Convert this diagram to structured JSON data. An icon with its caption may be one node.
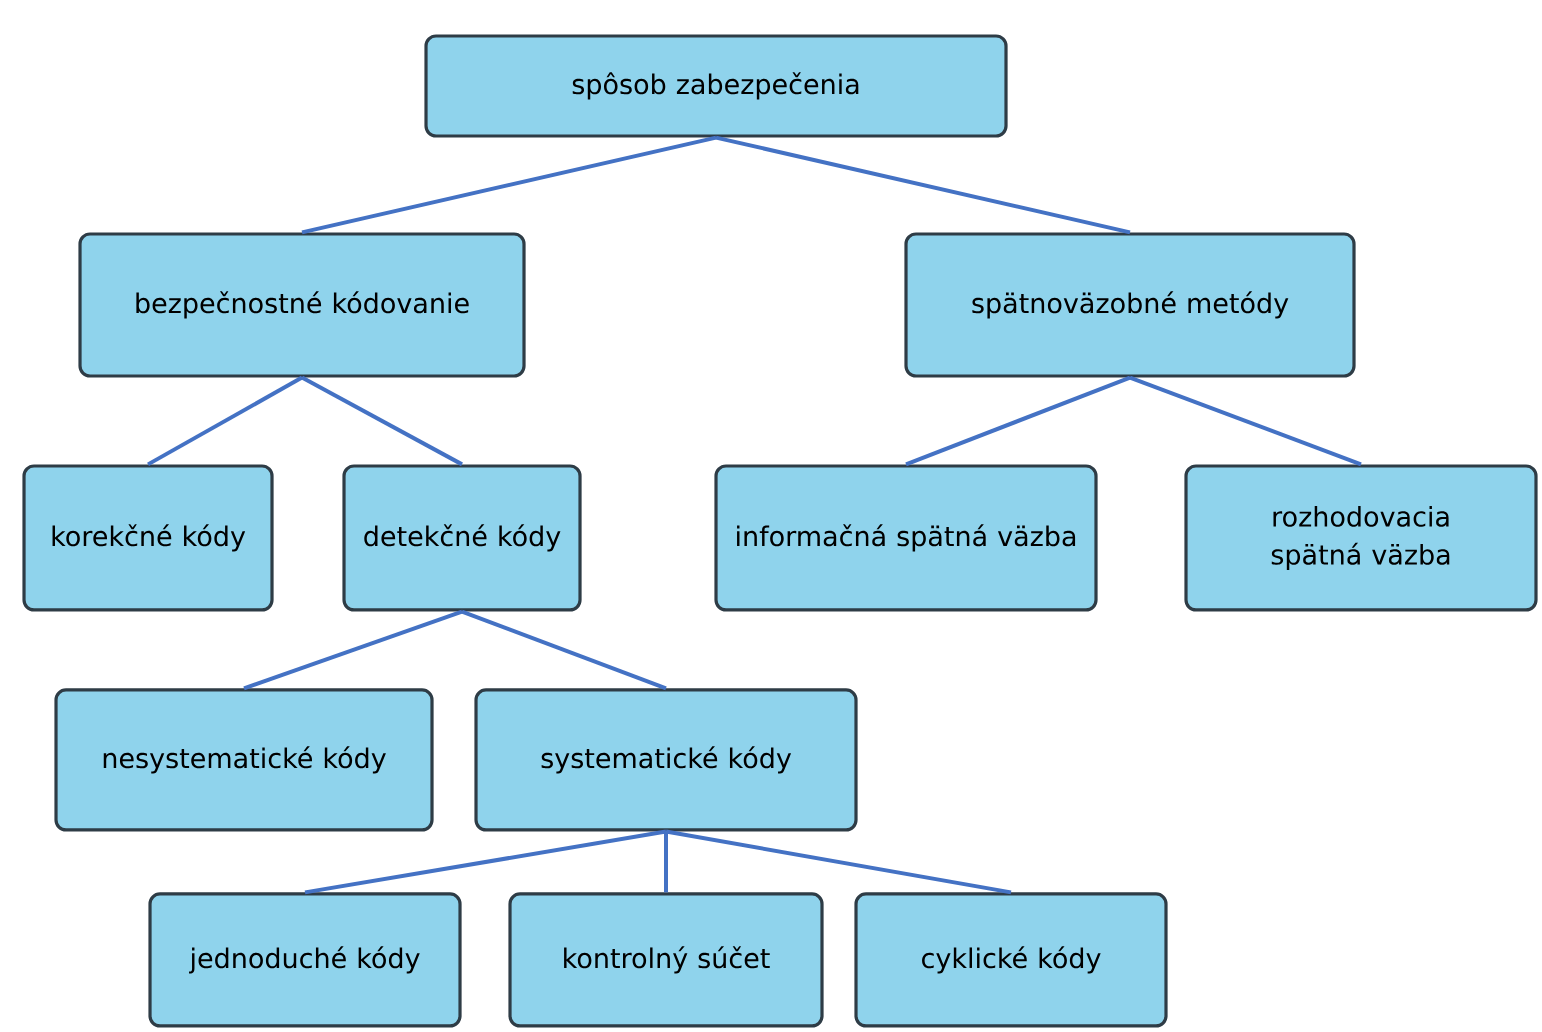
{
  "diagram": {
    "nodes": [
      {
        "text": [
          "spôsob zabezpečenia"
        ]
      },
      {
        "text": [
          "bezpečnostné kódovanie"
        ]
      },
      {
        "text": [
          "spätnoväzobné metódy"
        ]
      },
      {
        "text": [
          "korekčné kódy"
        ]
      },
      {
        "text": [
          "detekčné kódy"
        ]
      },
      {
        "text": [
          "informačná spätná väzba"
        ]
      },
      {
        "text": [
          "rozhodovacia spätná väzba"
        ]
      },
      {
        "text": [
          "nesystematické kódy"
        ]
      },
      {
        "text": [
          "systematické kódy"
        ]
      },
      {
        "text": [
          "jednoduché kódy"
        ]
      },
      {
        "text": [
          "kontrolný súčet"
        ]
      },
      {
        "text": [
          "cyklické kódy"
        ]
      }
    ],
    "edges": [
      {
        "from": 0,
        "to": 1,
        "arrow": "none"
      },
      {
        "from": 0,
        "to": 2,
        "arrow": "none"
      },
      {
        "from": 1,
        "to": 3,
        "arrow": "none"
      },
      {
        "from": 1,
        "to": 4,
        "arrow": "none"
      },
      {
        "from": 2,
        "to": 5,
        "arrow": "none"
      },
      {
        "from": 2,
        "to": 6,
        "arrow": "none"
      },
      {
        "from": 4,
        "to": 7,
        "arrow": "none"
      },
      {
        "from": 4,
        "to": 8,
        "arrow": "none"
      },
      {
        "from": 8,
        "to": 9,
        "arrow": "none"
      },
      {
        "from": 8,
        "to": 10,
        "arrow": "none"
      },
      {
        "from": 8,
        "to": 11,
        "arrow": "none"
      }
    ]
  }
}
